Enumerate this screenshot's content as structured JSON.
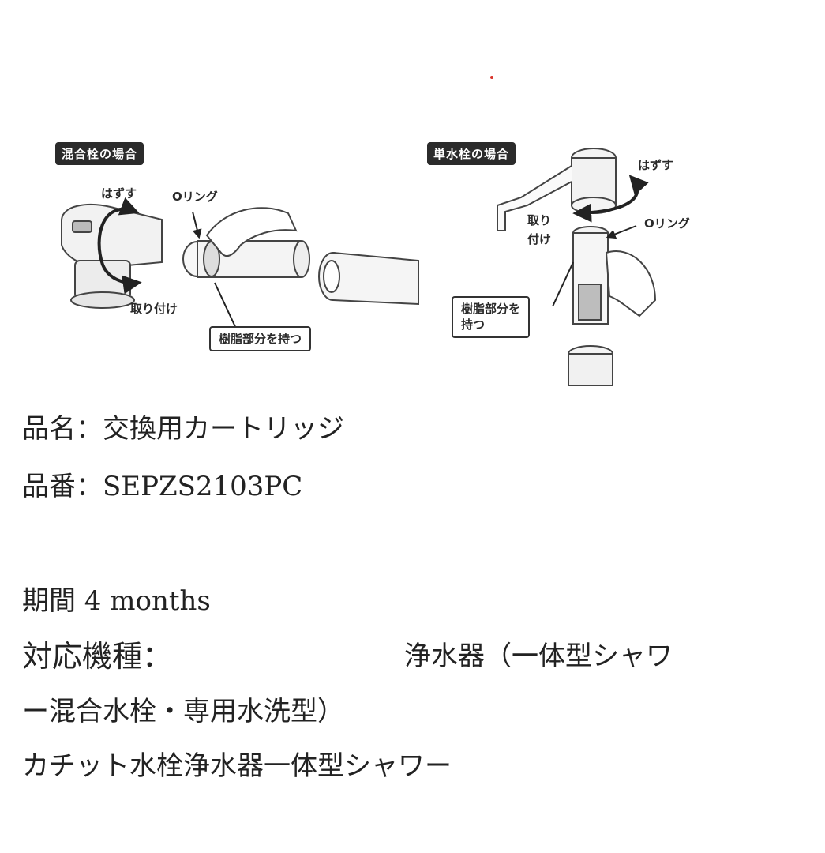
{
  "mixer": {
    "tag": "混合栓の場合",
    "remove": "はずす",
    "oring": "Oリング",
    "attach": "取り付け",
    "hold": "樹脂部分を持つ"
  },
  "single": {
    "tag": "単水栓の場合",
    "remove": "はずす",
    "attach_1": "取り",
    "attach_2": "付け",
    "oring": "Oリング",
    "hold_1": "樹脂部分を",
    "hold_2": "持つ"
  },
  "product": {
    "name_line": "品名：交換用カートリッジ",
    "number_line": "品番：SEPZS2103PC",
    "period_line": "期間 4 months",
    "compat_label": "対応機種：",
    "compat_1": "浄水器（一体型シャワ",
    "compat_2": "ー混合水栓・専用水洗型）",
    "compat_3": "カチット水栓浄水器一体型シャワー"
  },
  "colors": {
    "accent_dot": "#d9342b",
    "tag_bg": "#2b2b2b"
  }
}
